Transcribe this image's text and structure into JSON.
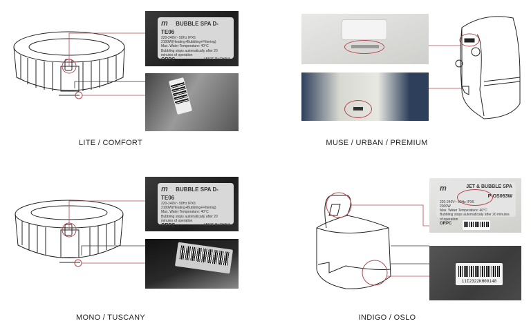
{
  "sections": [
    {
      "caption": "LITE / COMFORT",
      "label_plate": {
        "brand": "m",
        "title": "BUBBLE SPA  D-TE06",
        "lines": [
          "220-240V~ 50Hz   IPX5",
          "2100W(Heating+Bubbling+Filtering)",
          "Max. Water Temperature: 40°C",
          "Bubbling stops automatically after 20 minutes of operation"
        ],
        "maker": "ORPC",
        "made_in": "MADE IN CHINA"
      }
    },
    {
      "caption": "MUSE / URBAN / PREMIUM"
    },
    {
      "caption": "MONO / TUSCANY",
      "label_plate": {
        "brand": "m",
        "title": "BUBBLE SPA  D-TE06",
        "lines": [
          "220-240V~ 50Hz   IPX5",
          "2100W(Heating+Bubbling+Filtering)",
          "Max. Water Temperature: 40°C",
          "Bubbling stops automatically after 20 minutes of operation"
        ],
        "maker": "ORPC",
        "made_in": "MADE IN CHINA"
      }
    },
    {
      "caption": "INDIGO / OSLO",
      "label_plate": {
        "brand": "m",
        "title": "JET & BUBBLE SPA",
        "model": "P-OS063W",
        "lines": [
          "220-240V~ 50Hz   IPX5",
          "2300W",
          "Max. Water Temperature: 40°C",
          "Bubbling stops automatically after 20 minutes of operation"
        ],
        "maker": "ORPC"
      },
      "barcode": "11I2322KH00148"
    }
  ],
  "colors": {
    "callout_red": "#b5474f",
    "callout_dark": "#333333"
  }
}
